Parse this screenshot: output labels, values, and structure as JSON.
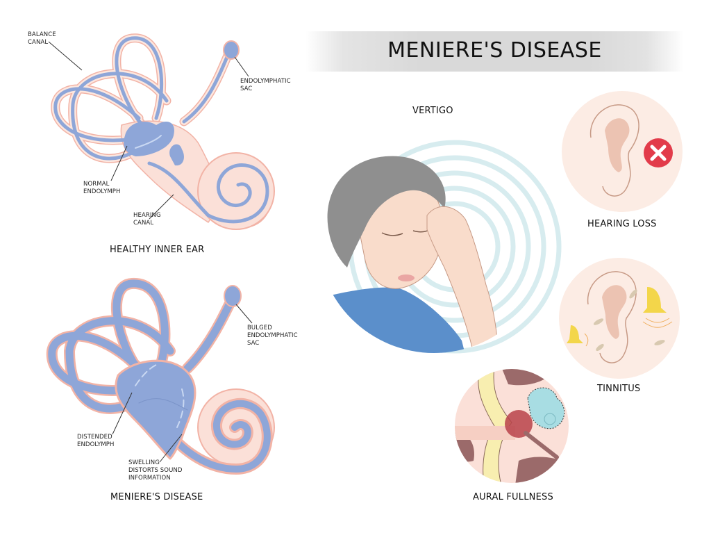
{
  "title": "MENIERE'S DISEASE",
  "healthy_ear": {
    "caption": "HEALTHY INNER EAR",
    "labels": {
      "balance_canal": [
        "BALANCE",
        "CANAL"
      ],
      "endolymphatic_sac": [
        "ENDOLYMPHATIC",
        "SAC"
      ],
      "normal_endolymph": [
        "NORMAL",
        "ENDOLYMPH"
      ],
      "hearing_canal": [
        "HEARING",
        "CANAL"
      ]
    }
  },
  "meniere_ear": {
    "caption": "MENIERE'S DISEASE",
    "labels": {
      "bulged_sac": [
        "BULGED",
        "ENDOLYMPHATIC",
        "SAC"
      ],
      "distended_endolymph": [
        "DISTENDED",
        "ENDOLYMPH"
      ],
      "swelling": [
        "SWELLING",
        "DISTORTS SOUND",
        "INFORMATION"
      ]
    }
  },
  "symptoms": [
    {
      "name": "VERTIGO",
      "icon": "dizzy-person-icon"
    },
    {
      "name": "HEARING LOSS",
      "icon": "ear-x-icon"
    },
    {
      "name": "TINNITUS",
      "icon": "ear-bells-icon"
    },
    {
      "name": "AURAL FULLNESS",
      "icon": "ear-cross-section-icon"
    }
  ],
  "colors": {
    "endolymph_blue": "#8ea6d8",
    "tissue_pink": "#fbe0d8",
    "outline_pink": "#f0a89a",
    "skin": "#f9dccb",
    "hair": "#8f8f8f",
    "shirt": "#5b8fcb",
    "x_badge": "#e23b4a",
    "bell": "#f3d64a",
    "ripple": "#d7ecef"
  }
}
